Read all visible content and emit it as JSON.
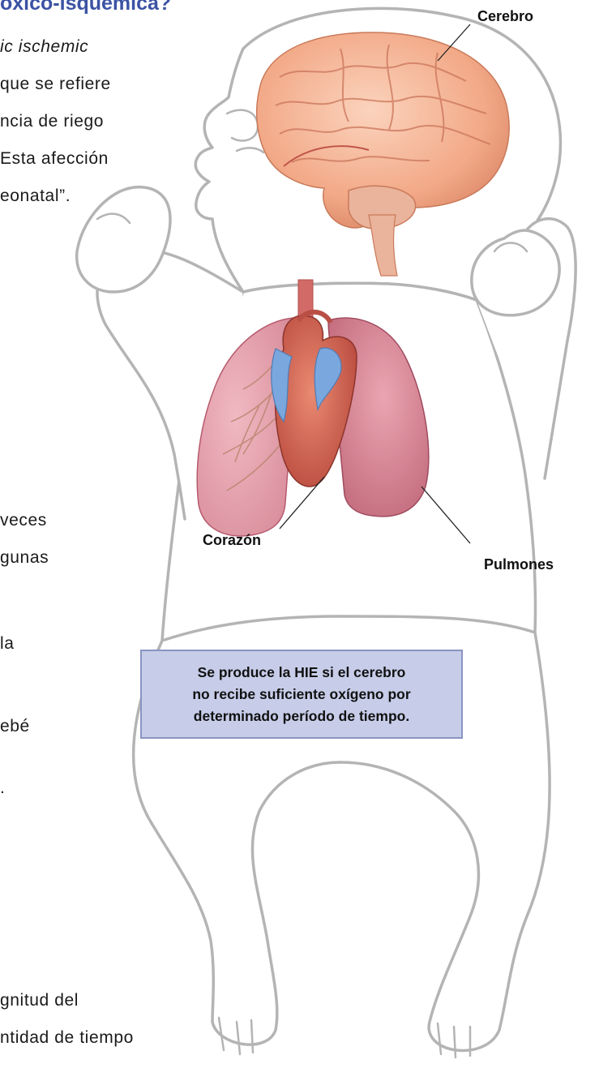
{
  "heading": "óxico-isquémica?",
  "intro_lines": [
    {
      "plain": "",
      "italic": "ic ischemic"
    },
    {
      "plain": " que se refiere",
      "italic": ""
    },
    {
      "plain": "ncia de riego",
      "italic": ""
    },
    {
      "plain": "Esta afección",
      "italic": ""
    },
    {
      "plain": "eonatal”.",
      "italic": ""
    }
  ],
  "lower_fragments": [
    "veces",
    "gunas",
    "la",
    "ebé",
    "."
  ],
  "bottom_fragments": [
    "gnitud del",
    "ntidad de tiempo"
  ],
  "labels": {
    "brain": "Cerebro",
    "heart": "Corazón",
    "lungs": "Pulmones"
  },
  "callout": {
    "line1": "Se produce la HIE si el cerebro",
    "line2": "no recibe suficiente oxígeno por",
    "line3": "determinado período de tiempo."
  },
  "colors": {
    "heading": "#3b53a4",
    "callout_fill": "#c7cde9",
    "callout_border": "#8a94c2",
    "outline": "#b4b4b4",
    "brain": "#f2a987",
    "lung": "#dc8c9c",
    "heart": "#cf5a4e",
    "vessel_blue": "#7aa7dd"
  }
}
